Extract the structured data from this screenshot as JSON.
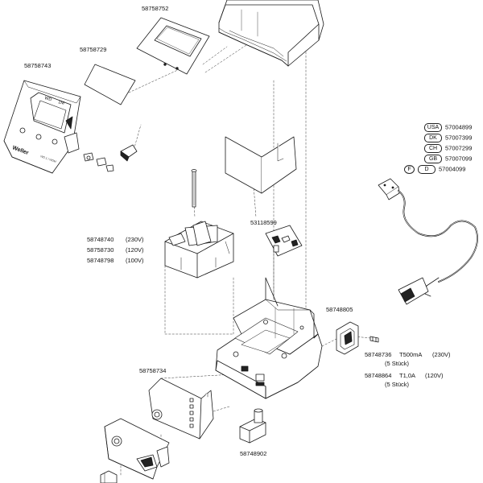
{
  "parts": {
    "p58758752": "58758752",
    "p58758729": "58758729",
    "p58758743": "58758743",
    "p53118599": "53118599",
    "p58748740": "58748740",
    "p58758730": "58758730",
    "p58748798": "58748798",
    "p58748805": "58748805",
    "p58748736": "58748736",
    "p58748864": "58748864",
    "p58758734": "58758734",
    "p58748902": "58748902"
  },
  "voltages": {
    "v230": "(230V)",
    "v120": "(120V)",
    "v100": "(100V)"
  },
  "fuses": {
    "f1_spec": "T500mA",
    "f1_voltage": "(230V)",
    "f1_qty": "(5  Stück)",
    "f2_spec": "T1,0A",
    "f2_voltage": "(120V)",
    "f2_qty": "(5  Stück)"
  },
  "cords": [
    {
      "country": "USA",
      "part": "57004899"
    },
    {
      "country": "DK",
      "part": "57007399"
    },
    {
      "country": "CH",
      "part": "57007299"
    },
    {
      "country": "GB",
      "part": "57007099"
    },
    {
      "country": "F",
      "country2": "D",
      "part": "57004099"
    }
  ],
  "panel_marks": {
    "wd": "WD",
    "m": "1M",
    "brand": "Weller",
    "small1": "WD 1 / WDM"
  }
}
